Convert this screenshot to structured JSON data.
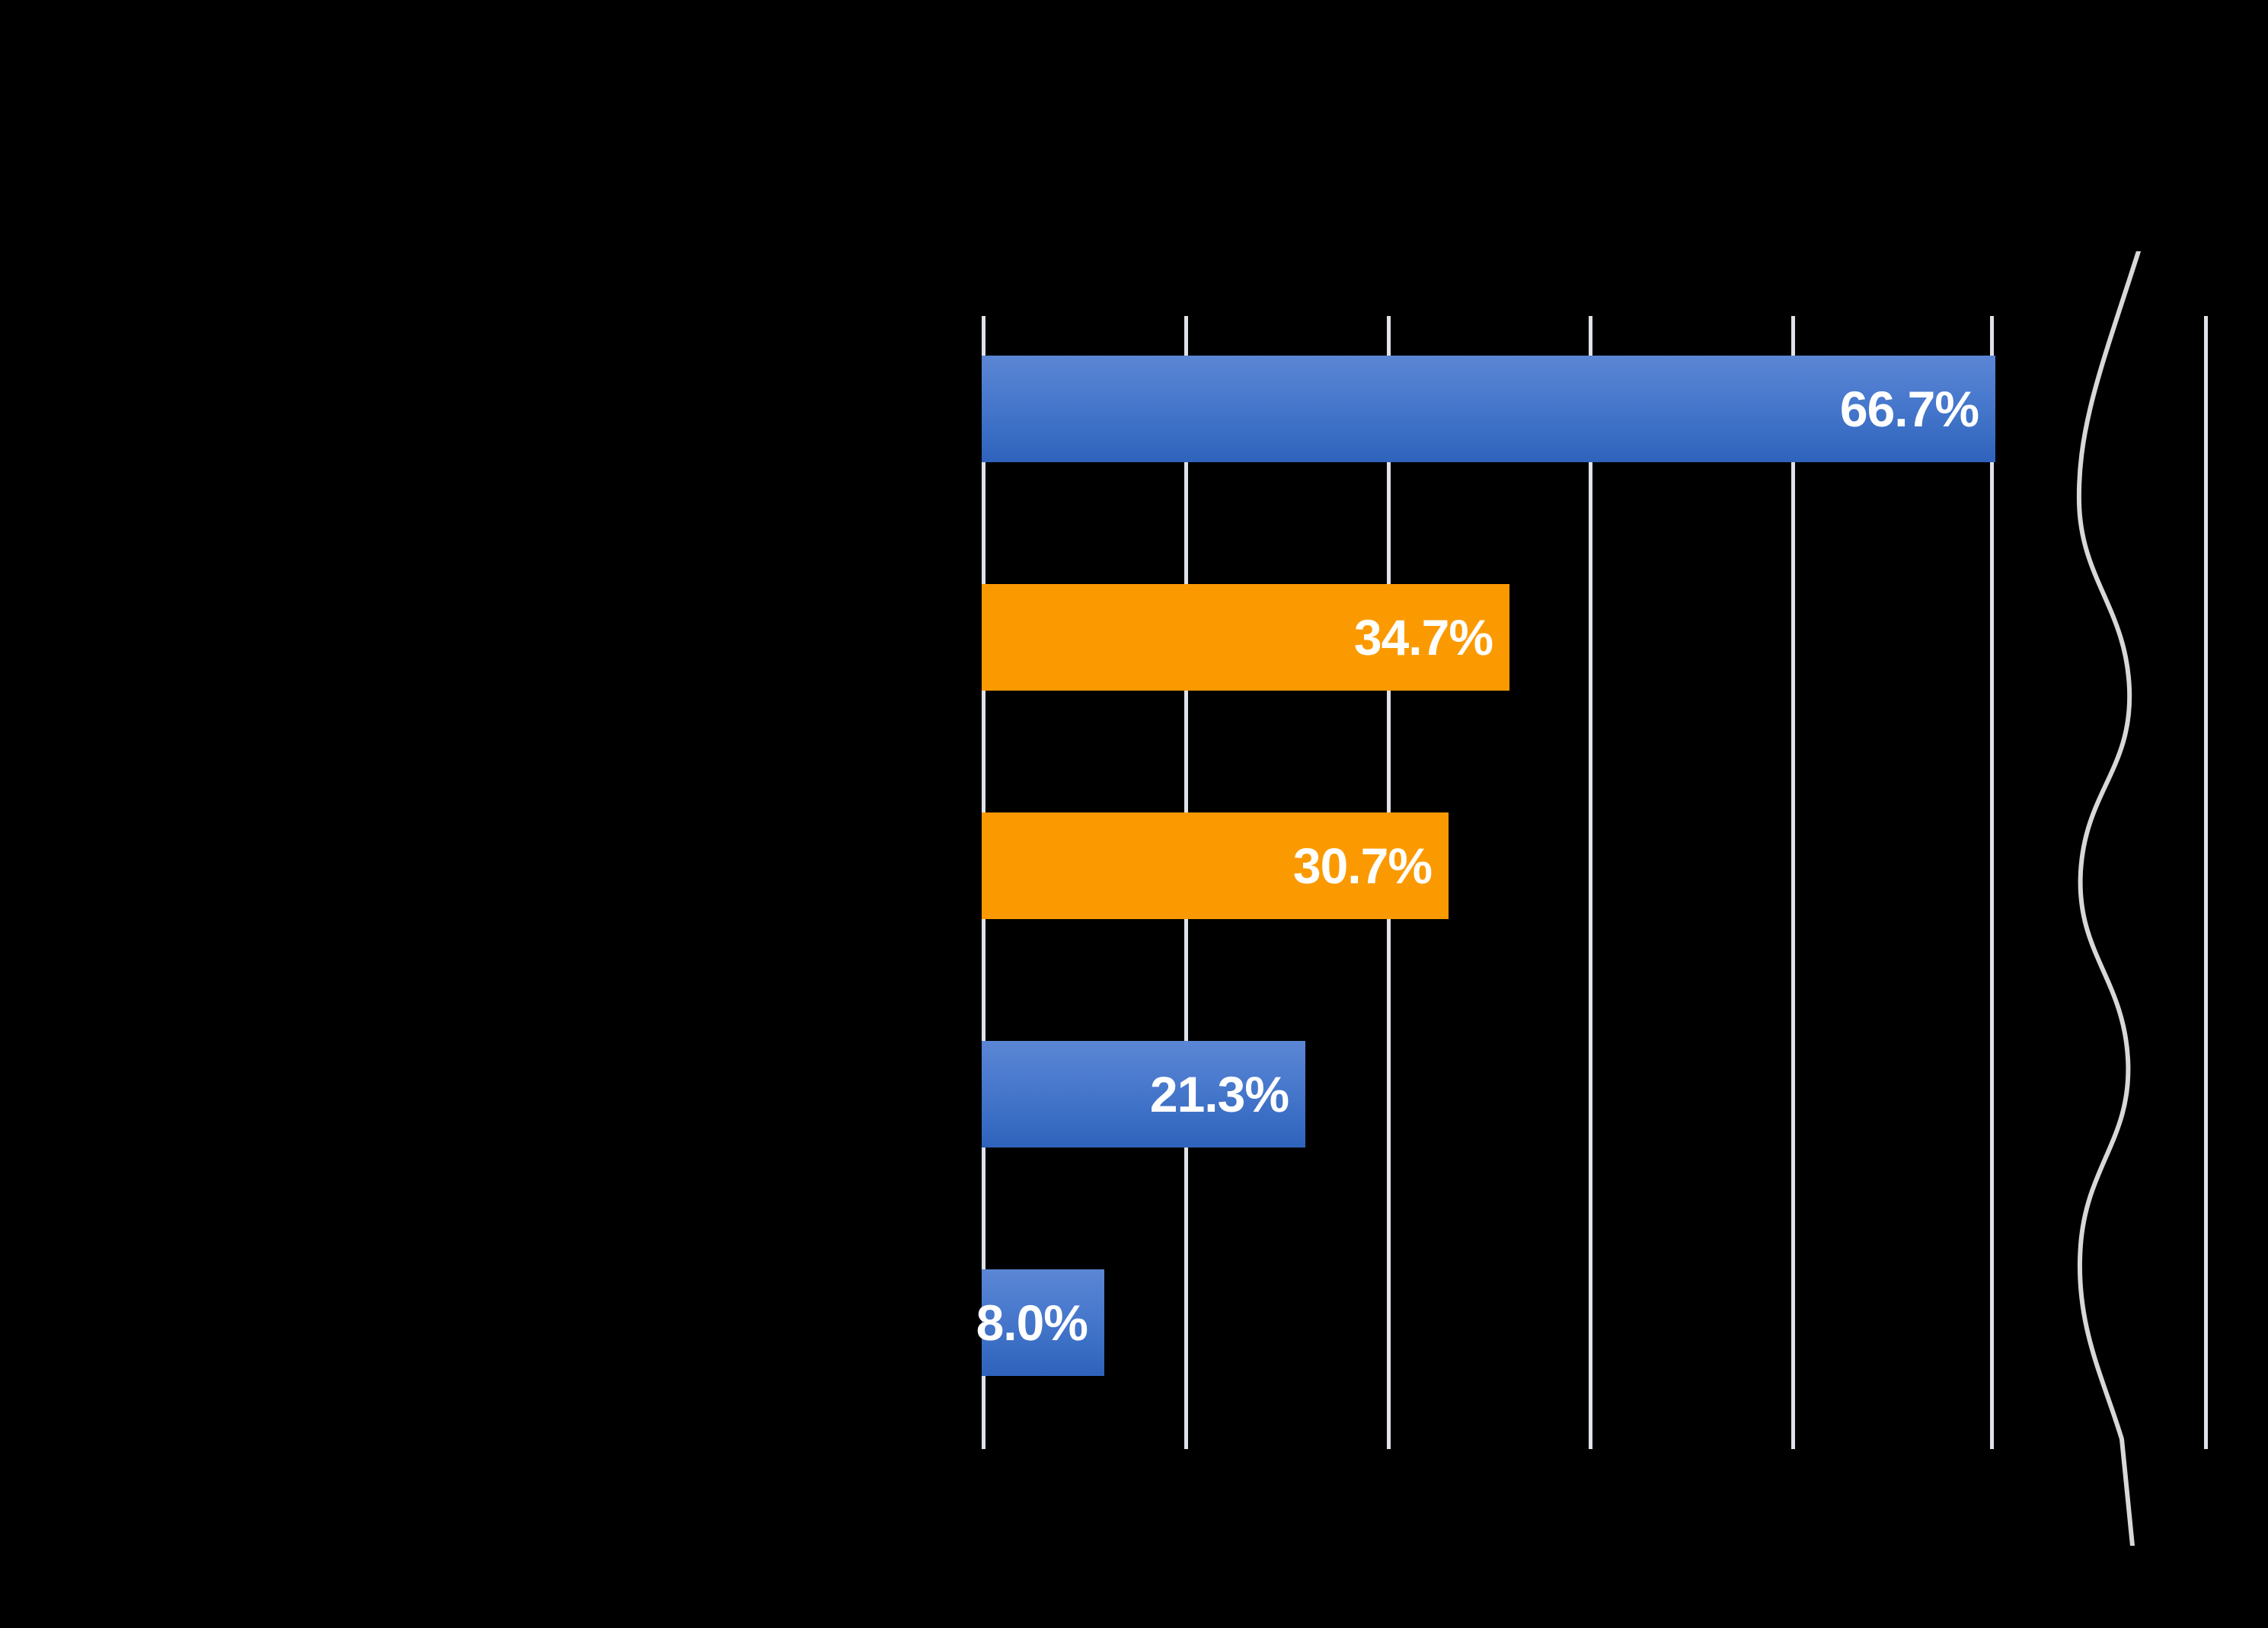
{
  "chart_data": {
    "type": "bar",
    "orientation": "horizontal",
    "title": "",
    "subtitle": "",
    "xlabel": "",
    "ylabel": "",
    "categories": [
      "",
      "",
      "",
      "",
      ""
    ],
    "values": [
      66.7,
      34.7,
      30.7,
      21.3,
      8.0
    ],
    "value_labels": [
      "66.7%",
      "34.7%",
      "30.7%",
      "21.3%",
      "8.0%"
    ],
    "series": [
      {
        "name": "",
        "color": "#4a7ace",
        "values": [
          66.7,
          null,
          null,
          21.3,
          8.0
        ],
        "bar_colors": [
          "blue",
          "orange",
          "orange",
          "blue",
          "blue"
        ]
      }
    ],
    "bar_colors": [
      "blue",
      "orange",
      "orange",
      "blue",
      "blue"
    ],
    "xlim": [
      0,
      66.7
    ],
    "gridline_values": [
      0,
      13.34,
      26.68,
      40.02,
      53.36,
      66.7
    ],
    "grid": true,
    "grid_orientation": "vertical",
    "grid_color": "#dfe2e8",
    "legend": "none",
    "background_color": "#000000",
    "label_text_color": "#ffffff",
    "palette": {
      "blue_top": "#5b86d4",
      "blue_bottom": "#2f62bb",
      "orange": "#fb9a00",
      "grid": "#dfe2e8"
    },
    "annotations": [
      {
        "name": "axis-break-squiggle",
        "type": "wavy-line",
        "color": "#d8d8d8"
      },
      {
        "name": "outer-vertical-rule",
        "type": "line",
        "color": "#dfe2e8"
      }
    ]
  },
  "bars": [
    {
      "label": "66.7%",
      "value": 66.7,
      "color": "blue"
    },
    {
      "label": "34.7%",
      "value": 34.7,
      "color": "orange"
    },
    {
      "label": "30.7%",
      "value": 30.7,
      "color": "orange"
    },
    {
      "label": "21.3%",
      "value": 21.3,
      "color": "blue"
    },
    {
      "label": "8.0%",
      "value": 8.0,
      "color": "blue"
    }
  ]
}
